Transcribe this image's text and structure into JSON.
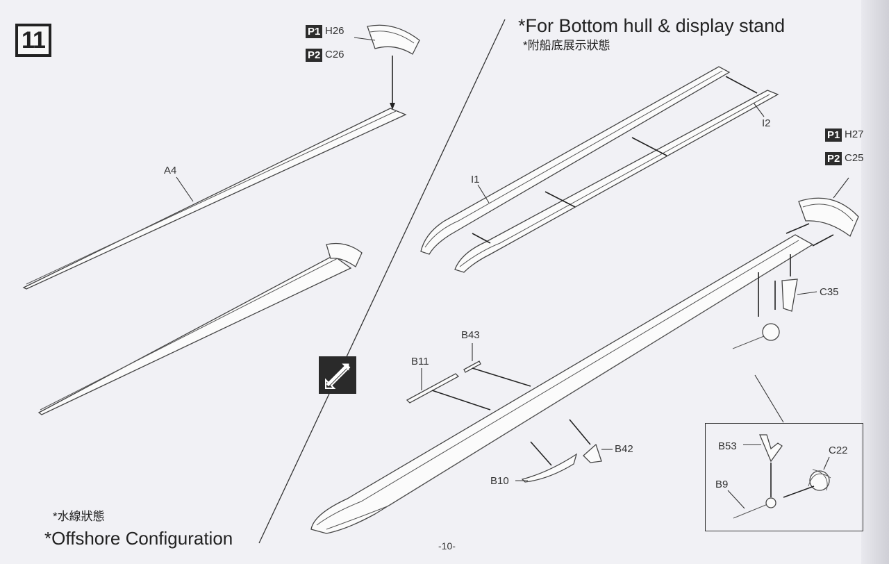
{
  "step": {
    "number": "11"
  },
  "top_left_parts": {
    "p1_badge": "P1",
    "p1_code": "H26",
    "p2_badge": "P2",
    "p2_code": "C26"
  },
  "left": {
    "hull_label": "A4",
    "config_zh": "*水線狀態",
    "config_en": "*Offshore Configuration"
  },
  "right": {
    "title_en": "*For Bottom hull & display stand",
    "title_zh": "*附船底展示狀態",
    "labels": {
      "I1": "I1",
      "I2": "I2",
      "B11": "B11",
      "B43": "B43",
      "B10": "B10",
      "B42": "B42",
      "C35": "C35"
    },
    "parts": {
      "p1_badge": "P1",
      "p1_code": "H27",
      "p2_badge": "P2",
      "p2_code": "C25"
    }
  },
  "detail": {
    "B53": "B53",
    "C22": "C22",
    "B9": "B9"
  },
  "page_number": "-10-",
  "icons": {
    "swap": "swap-arrows-icon"
  },
  "colors": {
    "paper": "#f1f1f5",
    "ink": "#222222",
    "badge": "#2c2c2c"
  }
}
